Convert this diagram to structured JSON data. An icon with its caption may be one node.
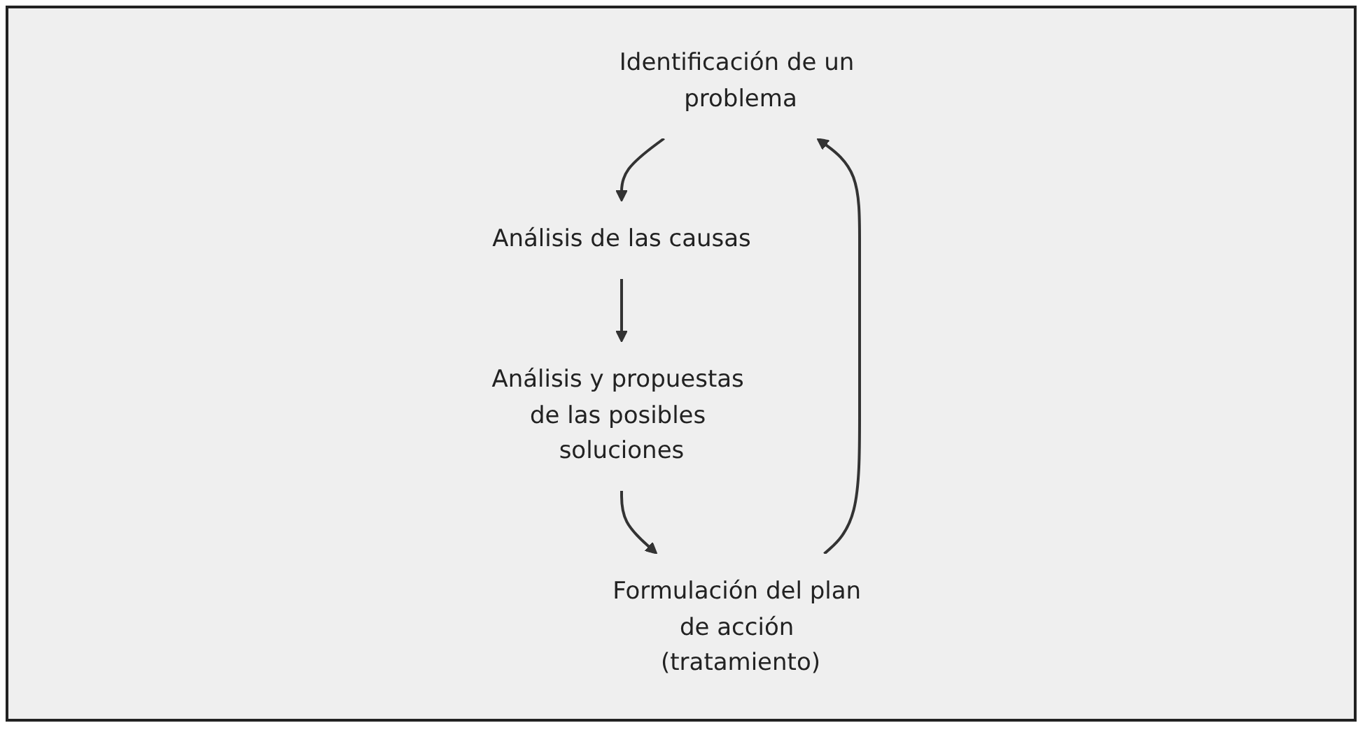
{
  "diagram": {
    "nodes": [
      {
        "text": [
          "Identificación de un problema"
        ]
      },
      {
        "text": [
          "Análisis de las causas"
        ]
      },
      {
        "text": [
          "Análisis y propuestas de las posibles soluciones"
        ]
      },
      {
        "text": [
          "Formulación del plan de acción (tratamiento)"
        ]
      }
    ],
    "edges": [
      {
        "from": 0,
        "to": 1,
        "arrow": "to"
      },
      {
        "from": 1,
        "to": 2,
        "arrow": "to"
      },
      {
        "from": 2,
        "to": 3,
        "arrow": "to"
      },
      {
        "from": 3,
        "to": 0,
        "arrow": "to"
      }
    ]
  }
}
